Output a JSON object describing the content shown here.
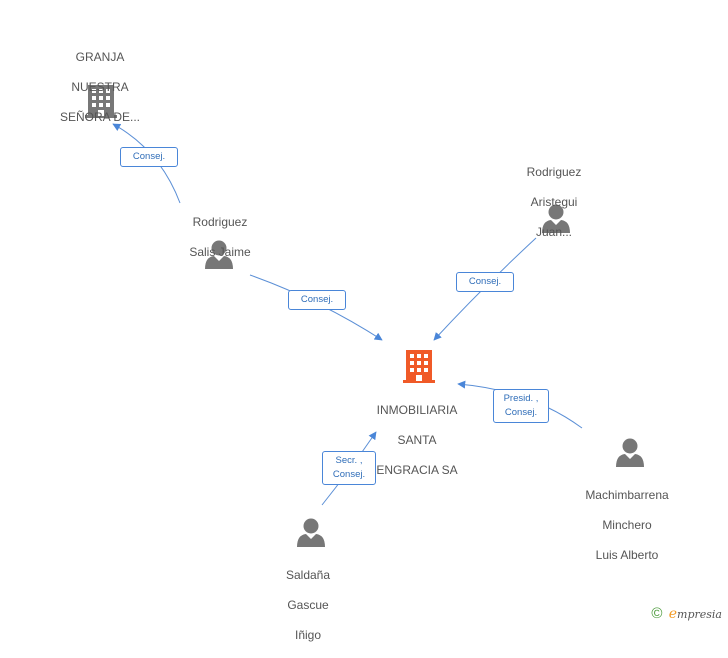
{
  "nodes": {
    "granja": {
      "lines": [
        "GRANJA",
        "NUESTRA",
        "SEÑORA DE..."
      ],
      "type": "company",
      "color": "#777777"
    },
    "rodriguez_salis": {
      "lines": [
        "Rodriguez",
        "Salis Jaime"
      ],
      "type": "person",
      "color": "#777777"
    },
    "rodriguez_aristegui": {
      "lines": [
        "Rodriguez",
        "Aristegui",
        "Juan..."
      ],
      "type": "person",
      "color": "#777777"
    },
    "inmobiliaria": {
      "lines": [
        "INMOBILIARIA",
        "SANTA",
        "ENGRACIA SA"
      ],
      "type": "company",
      "color": "#f05a28"
    },
    "machimbarrena": {
      "lines": [
        "Machimbarrena",
        "Minchero",
        "Luis Alberto"
      ],
      "type": "person",
      "color": "#777777"
    },
    "saldana": {
      "lines": [
        "Saldaña",
        "Gascue",
        "Iñigo"
      ],
      "type": "person",
      "color": "#777777"
    }
  },
  "edges": {
    "salis_granja": [
      "Consej."
    ],
    "salis_inmob": [
      "Consej."
    ],
    "aristegui_inmob": [
      "Consej."
    ],
    "machimbarrena_inmob": [
      "Presid. ,",
      "Consej."
    ],
    "saldana_inmob": [
      "Secr. ,",
      "Consej."
    ]
  },
  "footer": {
    "copyright": "©",
    "brand_initial": "e",
    "brand_rest": "mpresia"
  },
  "colors": {
    "edge": "#4a86d8",
    "edge_line": "#5b8fd6",
    "icon_gray": "#777777",
    "icon_accent": "#f05a28"
  }
}
